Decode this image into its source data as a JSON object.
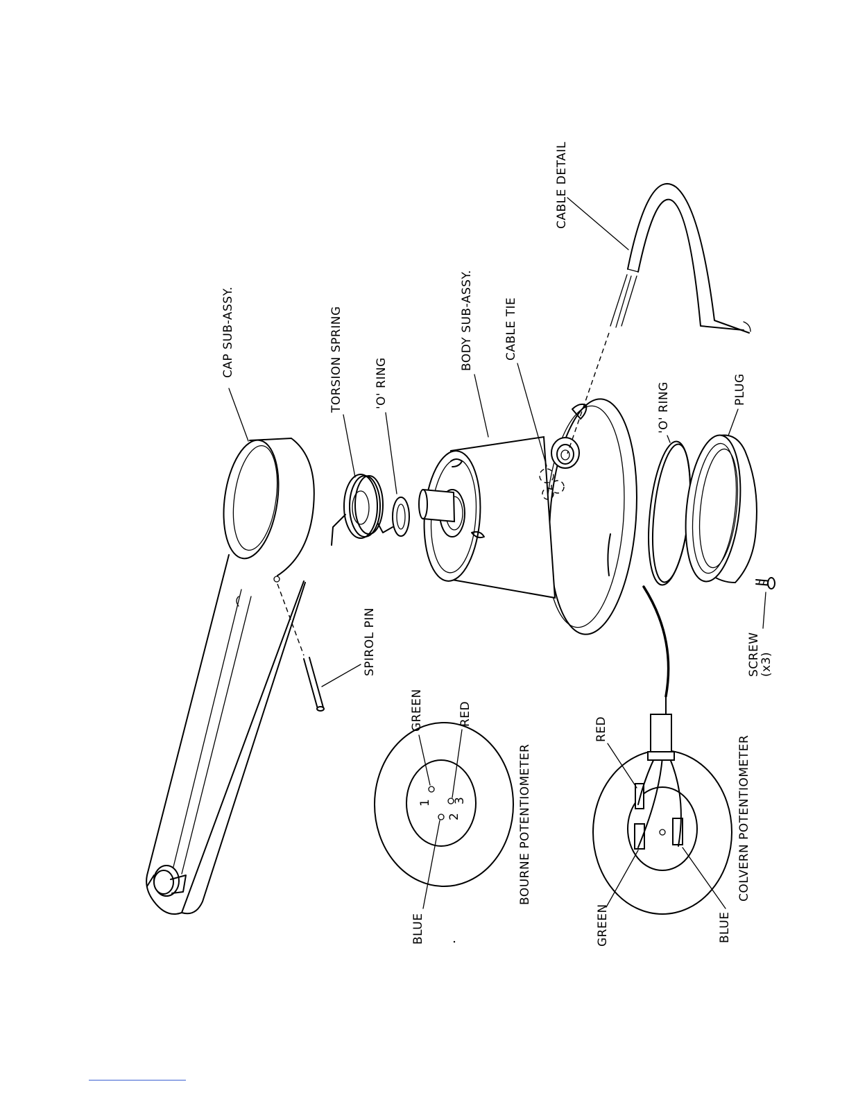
{
  "labels": {
    "cap_sub_assy": "CAP SUB-ASSY.",
    "torsion_spring": "TORSION SPRING",
    "o_ring_top": "'O' RING",
    "body_sub_assy": "BODY SUB-ASSY.",
    "cable_tie": "CABLE TIE",
    "cable_detail": "CABLE DETAIL",
    "o_ring_bottom": "'O' RING",
    "plug": "PLUG",
    "spirol_pin": "SPIROL PIN",
    "screw": "SCREW",
    "screw_qty": "(x3)",
    "bourne_potentiometer": "BOURNE POTENTIOMETER",
    "colvern_potentiometer": "COLVERN POTENTIOMETER"
  },
  "bourne": {
    "green": "GREEN",
    "red": "RED",
    "blue": "BLUE",
    "pin1": "1",
    "pin2": "2",
    "pin3": "3"
  },
  "colvern": {
    "red": "RED",
    "green": "GREEN",
    "blue": "BLUE"
  }
}
